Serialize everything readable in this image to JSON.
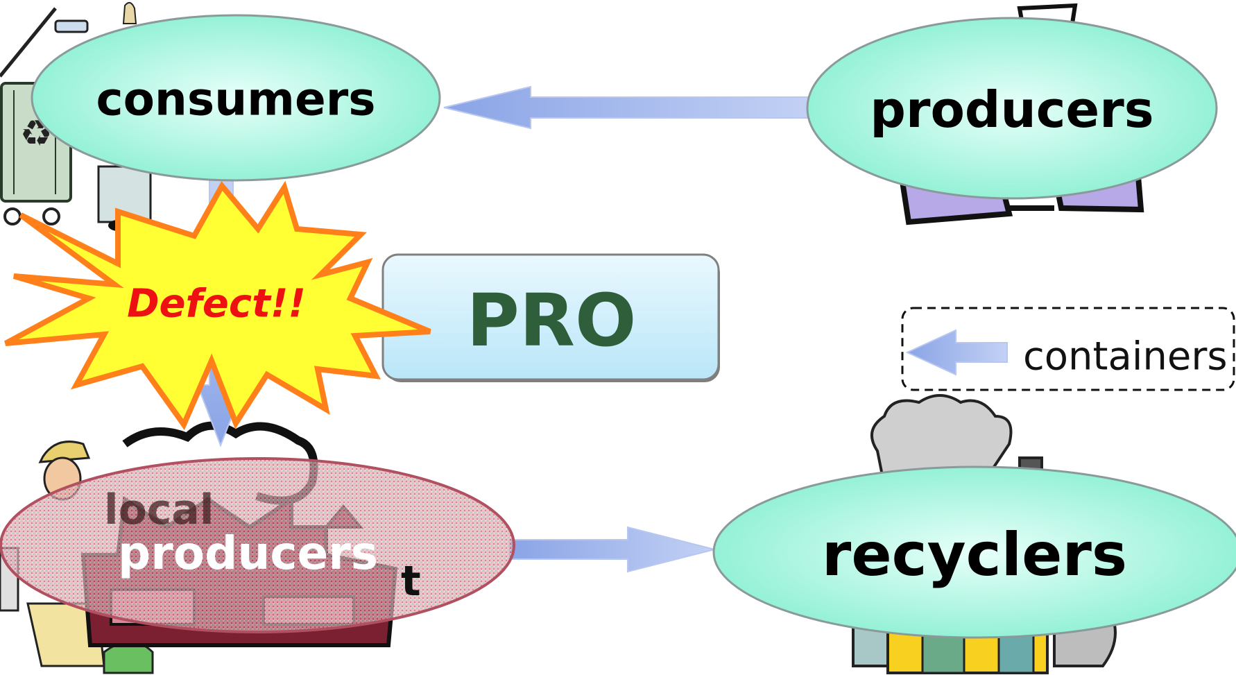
{
  "nodes": {
    "consumers": "consumers",
    "producers": "producers",
    "local_line1": "local",
    "local_line2": "producers",
    "local_trailing": "t",
    "recyclers": "recyclers",
    "pro": "PRO"
  },
  "defect_label": "Defect!!",
  "legend": {
    "label": "containers",
    "arrow_meaning": "containers"
  },
  "colors": {
    "ellipse_fill": "#9ff5dc",
    "ellipse_stroke": "#8a9a9a",
    "arrow_fill": "#9aaee8",
    "arrow_stroke": "#b8c6f0",
    "pro_fill": "#c6ecfa",
    "pro_text": "#2e5e3a",
    "burst_fill": "#ffff33",
    "burst_stroke": "#ff7f1a",
    "defect_text": "#ee1111",
    "local_fill": "#d98a9a"
  },
  "icons": [
    "recycle-bin-icon",
    "person-icon",
    "warehouse-icon",
    "factory-icon",
    "worker-icon",
    "recycling-plant-icon",
    "explosion-burst-icon"
  ]
}
